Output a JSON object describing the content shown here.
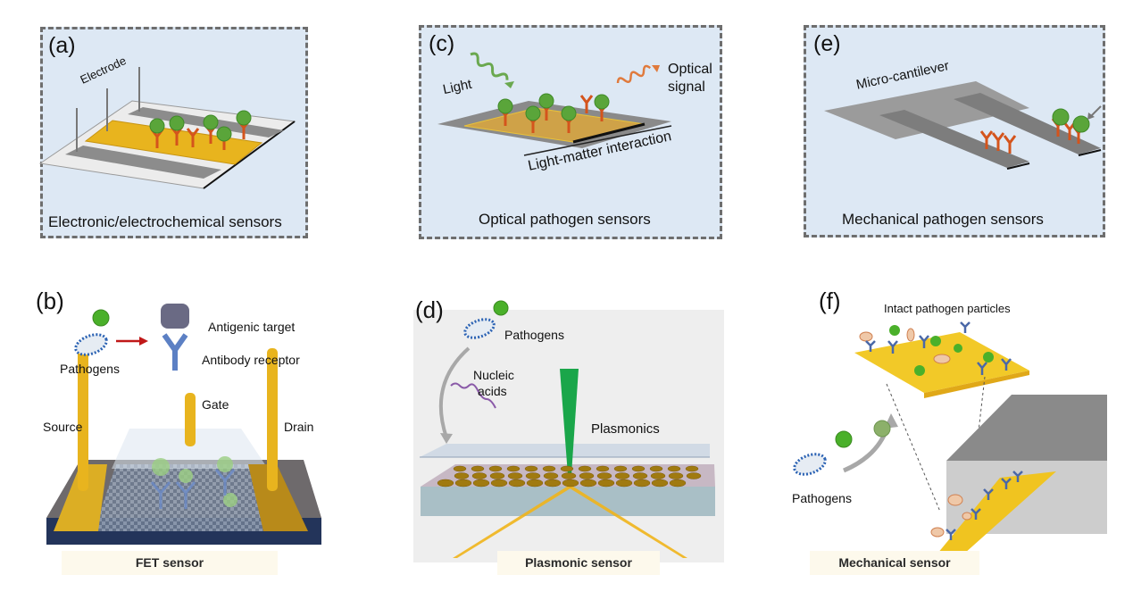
{
  "panels": {
    "a": {
      "label": "(a)",
      "electrode_label": "Electrode",
      "caption": "Electronic/electrochemical sensors"
    },
    "b": {
      "label": "(b)",
      "pathogens_label": "Pathogens",
      "antigenic_target_label": "Antigenic target",
      "antibody_receptor_label": "Antibody receptor",
      "gate_label": "Gate",
      "source_label": "Source",
      "drain_label": "Drain",
      "sensor_label": "FET sensor"
    },
    "c": {
      "label": "(c)",
      "light_label": "Light",
      "optical_signal_label_line1": "Optical",
      "optical_signal_label_line2": "signal",
      "interaction_label": "Light-matter interaction",
      "caption": "Optical pathogen sensors"
    },
    "d": {
      "label": "(d)",
      "pathogens_label": "Pathogens",
      "nucleic_label_line1": "Nucleic",
      "nucleic_label_line2": "acids",
      "plasmonics_label": "Plasmonics",
      "sensor_label": "Plasmonic sensor"
    },
    "e": {
      "label": "(e)",
      "cantilever_label": "Micro-cantilever",
      "caption": "Mechanical pathogen sensors"
    },
    "f": {
      "label": "(f)",
      "particles_label": "Intact pathogen particles",
      "pathogens_label": "Pathogens",
      "sensor_label": "Mechanical sensor"
    }
  },
  "colors": {
    "box_bg": "#dde8f4",
    "box_border": "#6e6e6e",
    "gold": "#e8b41e",
    "electrode_gray": "#8c8c8c",
    "antibody_orange": "#d4541c",
    "virus_green": "#5aa53a",
    "substrate_navy": "#23345a",
    "laser_green": "#1aa64a",
    "sensor_label_bg": "#fdf9ec"
  }
}
